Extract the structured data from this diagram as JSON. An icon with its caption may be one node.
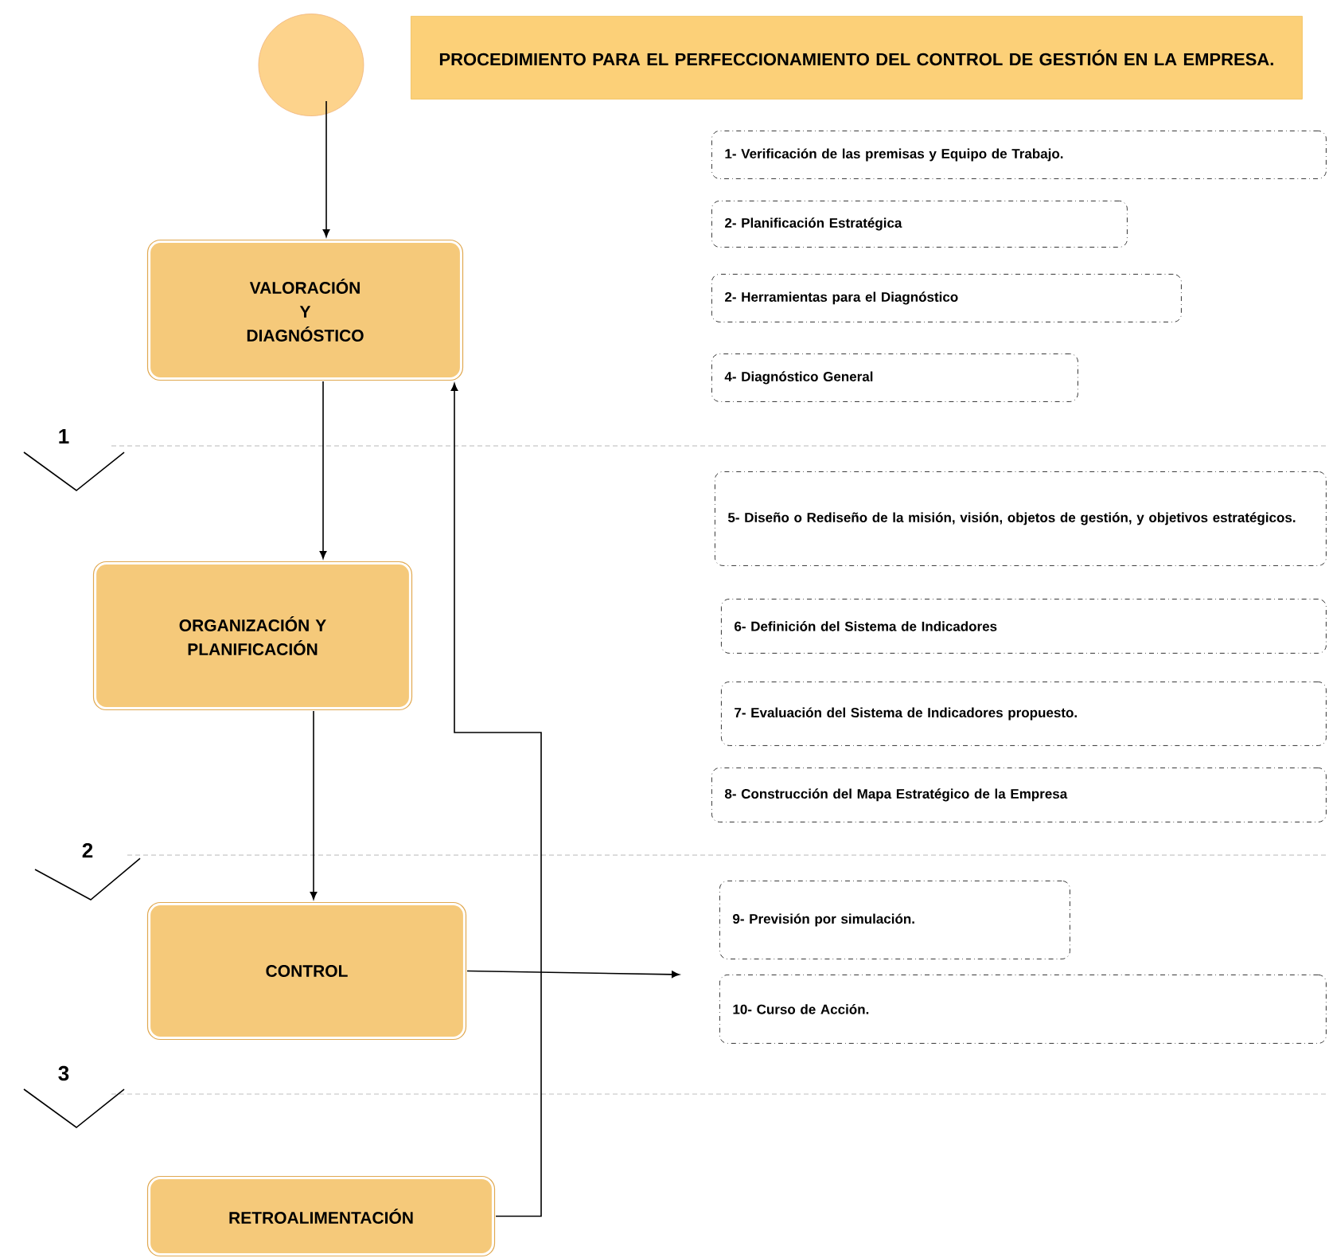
{
  "diagram": {
    "title": "PROCEDIMIENTO PARA EL PERFECCIONAMIENTO DEL CONTROL DE GESTIÓN EN LA EMPRESA.",
    "nodes": [
      {
        "text": [],
        "shape": "circle"
      },
      {
        "text": [
          "VALORACIÓN Y DIAGNÓSTICO"
        ]
      },
      {
        "text": [
          "ORGANIZACIÓN Y PLANIFICACIÓN"
        ]
      },
      {
        "text": [
          "CONTROL"
        ]
      },
      {
        "text": [
          "RETROALIMENTACIÓN"
        ]
      },
      {
        "text": [
          "1-    Verificación de las premisas y Equipo de Trabajo."
        ]
      },
      {
        "text": [
          "2-    Planificación Estratégica"
        ]
      },
      {
        "text": [
          "2-    Herramientas para el Diagnóstico"
        ]
      },
      {
        "text": [
          "4-    Diagnóstico General"
        ]
      },
      {
        "text": [
          "5- Diseño o Rediseño de la misión, visión, objetos de gestión, y objetivos estratégicos."
        ]
      },
      {
        "text": [
          "6- Definición del Sistema de Indicadores"
        ]
      },
      {
        "text": [
          "7- Evaluación del Sistema de Indicadores propuesto."
        ]
      },
      {
        "text": [
          "8- Construcción del Mapa Estratégico de la Empresa"
        ]
      },
      {
        "text": [
          "9- Previsión por simulación."
        ]
      },
      {
        "text": [
          "10- Curso de Acción."
        ]
      }
    ],
    "edges": [
      {
        "from": 0,
        "to": 1,
        "arrow": "to"
      },
      {
        "from": 1,
        "to": 2,
        "arrow": "to"
      },
      {
        "from": 2,
        "to": 3,
        "arrow": "to"
      },
      {
        "from": 4,
        "to": 1,
        "arrow": "to"
      },
      {
        "from": 3,
        "to": null,
        "arrow": "to"
      }
    ],
    "labels": [
      "1",
      "2",
      "3"
    ]
  }
}
